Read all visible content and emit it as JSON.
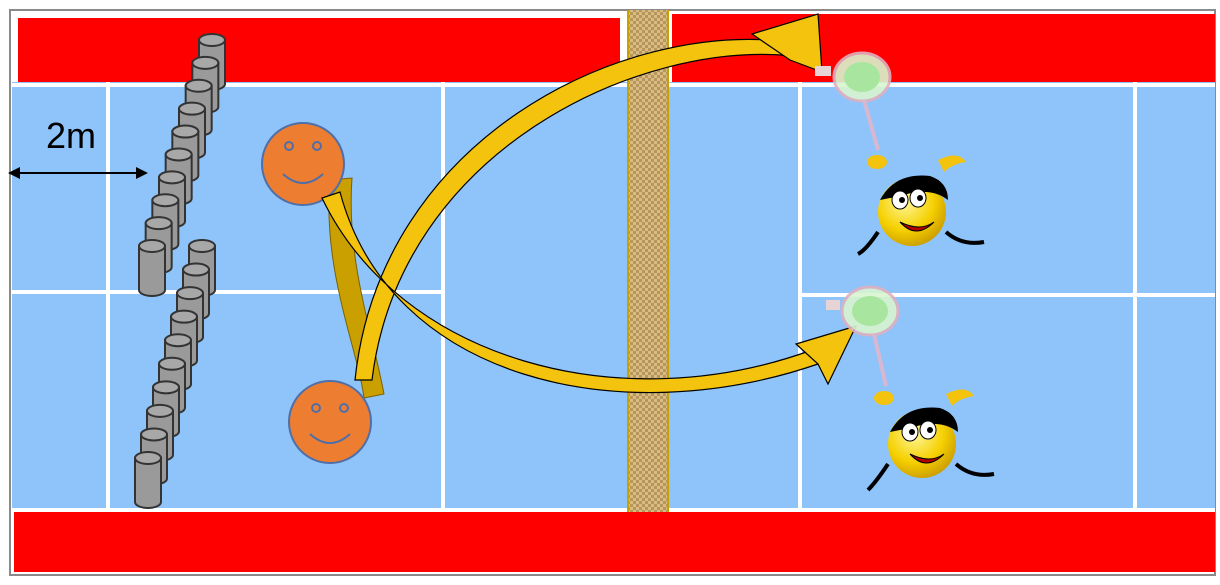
{
  "distance_label": "2m",
  "colors": {
    "court": "#8ec4fa",
    "court_lines": "#ffffff",
    "out_band": "#ff0000",
    "net": "#c8a86a",
    "frame": "#8a8a8a",
    "cone_fill": "#9a9a9a",
    "cone_stroke": "#333333",
    "player_face": "#ed7d31",
    "player_outline": "#4f6fa8",
    "throw_arrow": "#c9a000",
    "serve_arrow": "#f3c30d",
    "receiver_face": "#f5d000",
    "shuttle_halo": "#b8f0b0"
  },
  "elements": {
    "left_player_count": 2,
    "cone_rows": 2,
    "receivers": 2
  }
}
